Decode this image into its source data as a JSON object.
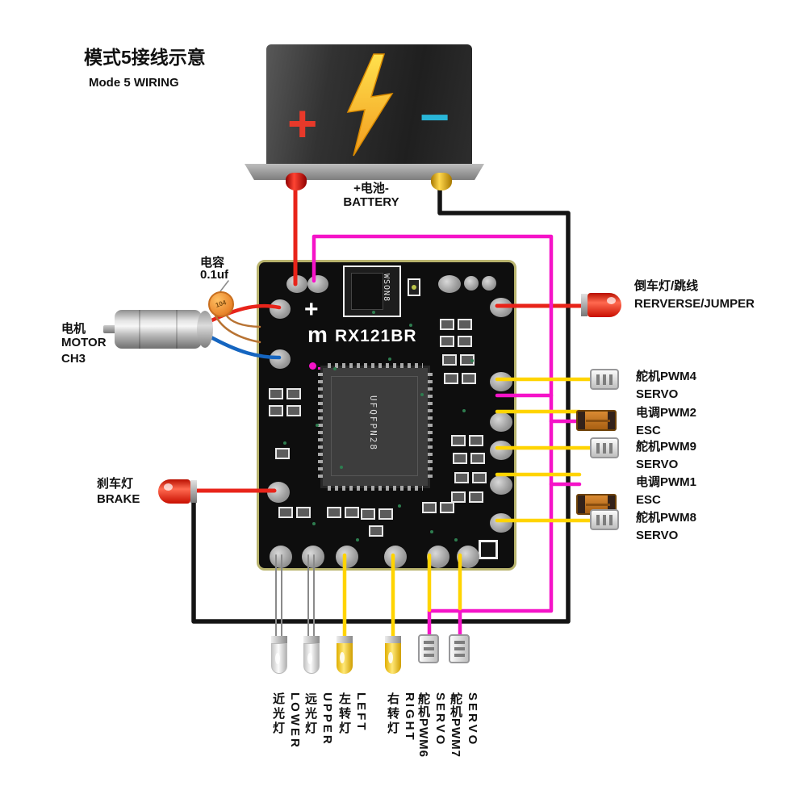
{
  "title": {
    "zh": "模式5接线示意",
    "en": "Mode 5 WIRING"
  },
  "battery": {
    "plus": "+",
    "minus": "−",
    "label_zh": "+电池-",
    "label_en": "BATTERY"
  },
  "board": {
    "model": "RX121BR",
    "logo": "m",
    "plus_mark": "+",
    "chip_small": "WSON8",
    "chip_main": "UFQFPN28"
  },
  "capacitor": {
    "zh": "电容",
    "value": "0.1uf",
    "marking": "104"
  },
  "motor": {
    "zh": "电机",
    "en": "MOTOR",
    "channel": "CH3"
  },
  "brake": {
    "zh": "刹车灯",
    "en": "BRAKE"
  },
  "right": [
    {
      "zh": "倒车灯/跳线",
      "en": "RERVERSE/JUMPER"
    },
    {
      "zh": "舵机PWM4",
      "en": "SERVO"
    },
    {
      "zh": "电调PWM2",
      "en": "ESC"
    },
    {
      "zh": "舵机PWM9",
      "en": "SERVO"
    },
    {
      "zh": "电调PWM1",
      "en": "ESC"
    },
    {
      "zh": "舵机PWM8",
      "en": "SERVO"
    }
  ],
  "bottom": [
    {
      "zh": "近光灯",
      "en": "LOWER"
    },
    {
      "zh": "远光灯",
      "en": "UPPER"
    },
    {
      "zh": "左转灯",
      "en": "LEFT"
    },
    {
      "zh": "右转灯",
      "en": "RIGHT"
    },
    {
      "zh": "舵机PWM6",
      "en": "SERVO"
    },
    {
      "zh": "舵机PWM7",
      "en": "SERVO"
    }
  ],
  "colors": {
    "wire_black": "#141414",
    "wire_red": "#e8241a",
    "wire_magenta": "#f513c8",
    "wire_yellow": "#ffd400",
    "wire_blue": "#1565c0",
    "board_edge": "#b9b46e"
  }
}
